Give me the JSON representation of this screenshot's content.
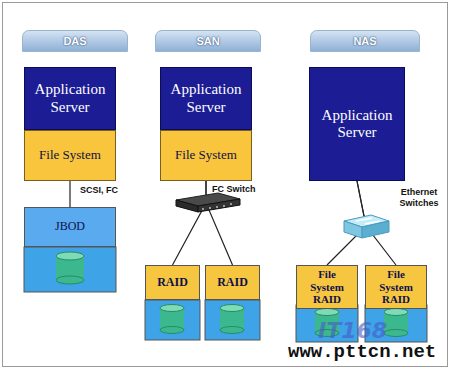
{
  "diagram": {
    "nodes": [
      {
        "text": [
          "DAS"
        ]
      },
      {
        "text": [
          "SAN"
        ]
      },
      {
        "text": [
          "NAS"
        ]
      },
      {
        "text": [
          "Application Server"
        ]
      },
      {
        "text": [
          "File System"
        ]
      },
      {
        "text": [
          "Application Server"
        ]
      },
      {
        "text": [
          "File System"
        ]
      },
      {
        "text": [
          "Application Server"
        ]
      },
      {
        "text": [
          "JBOD"
        ]
      },
      {
        "text": [
          "RAID"
        ]
      },
      {
        "text": [
          "RAID"
        ]
      },
      {
        "text": [
          "File System RAID"
        ]
      },
      {
        "text": [
          "File System RAID"
        ]
      }
    ],
    "edges": [
      {
        "from": 4,
        "to": 8,
        "arrow": "none",
        "label": "SCSI, FC"
      },
      {
        "from": 6,
        "to": 9,
        "arrow": "none"
      },
      {
        "from": 6,
        "to": 10,
        "arrow": "none"
      },
      {
        "from": 7,
        "to": 11,
        "arrow": "none"
      },
      {
        "from": 7,
        "to": 12,
        "arrow": "none"
      }
    ],
    "labels": [
      "FC Switch",
      "Ethernet Switches",
      "IT168",
      "www.pttcn.net"
    ]
  }
}
